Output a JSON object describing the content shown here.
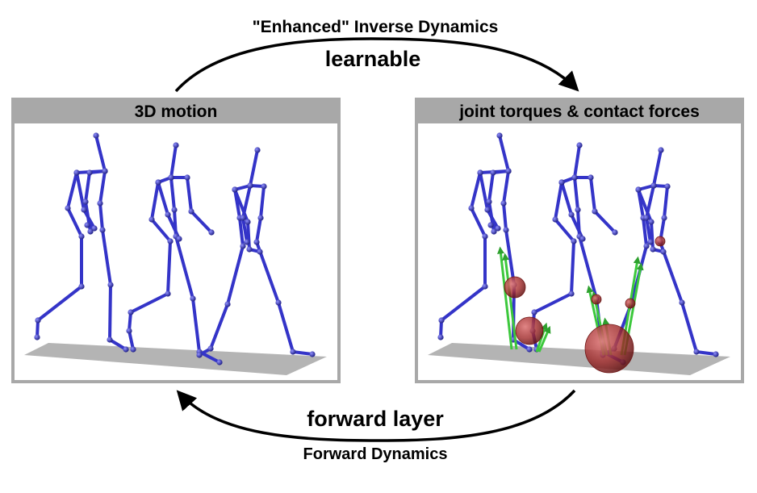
{
  "labels": {
    "inverse_title": "\"Enhanced\" Inverse Dynamics",
    "inverse_sub": "learnable",
    "forward_main": "forward layer",
    "forward_title": "Forward Dynamics"
  },
  "panels": {
    "left_title": "3D motion",
    "right_title": "joint torques & contact forces"
  },
  "colors": {
    "panel_frame": "#a8a8a8",
    "floor": "#b4b4b4",
    "skeleton": "#3434c8",
    "joint": "#2a2a9a",
    "force_arrow": "#3cc83c",
    "contact_sphere": "#b03030",
    "arrow": "#000000"
  },
  "icons": {
    "top_arrow": "curved-arrow-right-icon",
    "bottom_arrow": "curved-arrow-left-icon"
  }
}
